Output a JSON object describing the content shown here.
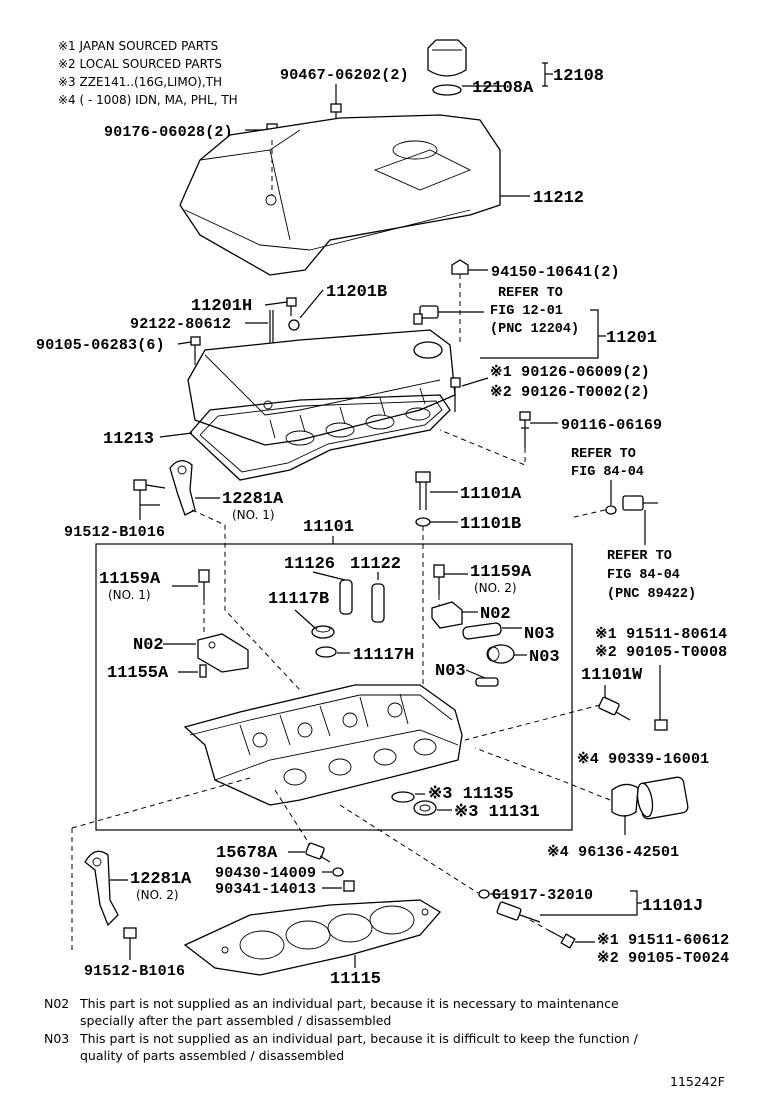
{
  "legend": [
    "※1 JAPAN SOURCED PARTS",
    "※2 LOCAL SOURCED PARTS",
    "※3 ZZE141..(16G,LIMO),TH",
    "※4 (       - 1008) IDN, MA, PHL, TH"
  ],
  "parts": {
    "p12108": "12108",
    "p12108A": "12108A",
    "p90467": "90467-06202(2)",
    "p90176": "90176-06028(2)",
    "p11212": "11212",
    "p94150": "94150-10641(2)",
    "p11201H": "11201H",
    "p11201B": "11201B",
    "p92122": "92122-80612",
    "p90105a": "90105-06283(6)",
    "p11201": "11201",
    "p90126a": "※1 90126-06009(2)",
    "p90126b": "※2 90126-T0002(2)",
    "p90116": "90116-06169",
    "p11213": "11213",
    "p12281A1": "12281A",
    "p12281A1sub": "(NO. 1)",
    "p91512a": "91512-B1016",
    "p11101A": "11101A",
    "p11101B": "11101B",
    "p11101": "11101",
    "p11126": "11126",
    "p11122": "11122",
    "p11159A1": "11159A",
    "p11159A1sub": "(NO. 1)",
    "p11159A2": "11159A",
    "p11159A2sub": "(NO. 2)",
    "p11117B": "11117B",
    "pN02a": "N02",
    "pN02b": "N02",
    "pN03a": "N03",
    "pN03b": "N03",
    "pN03c": "N03",
    "p11117H": "11117H",
    "p11155A": "11155A",
    "p11135": "※3 11135",
    "p11131": "※3 11131",
    "p91511a": "※1 91511-80614",
    "p90105b": "※2 90105-T0008",
    "p11101W": "11101W",
    "p90339": "※4 90339-16001",
    "p96136": "※4 96136-42501",
    "p15678A": "15678A",
    "p90430": "90430-14009",
    "p90341": "90341-14013",
    "p12281A2": "12281A",
    "p12281A2sub": "(NO. 2)",
    "pG1917": "G1917-32010",
    "p11101J": "11101J",
    "p91511b": "※1 91511-60612",
    "p90105c": "※2 90105-T0024",
    "p91512b": "91512-B1016",
    "p11115": "11115"
  },
  "refs": {
    "r1_line1": "REFER TO",
    "r1_line2": "FIG 12-01",
    "r1_line3": "(PNC 12204)",
    "r2_line1": "REFER TO",
    "r2_line2": "FIG 84-04",
    "r3_line1": "REFER TO",
    "r3_line2": "FIG 84-04",
    "r3_line3": "(PNC 89422)"
  },
  "notes": [
    {
      "code": "N02",
      "line1": "This part is not supplied as an individual part, because it is necessary to maintenance",
      "line2": "specially after the part assembled / disassembled"
    },
    {
      "code": "N03",
      "line1": "This part is not supplied as an individual part, because it is difficult to keep the function /",
      "line2": "quality of parts  assembled / disassembled"
    }
  ],
  "figure_id": "115242F"
}
